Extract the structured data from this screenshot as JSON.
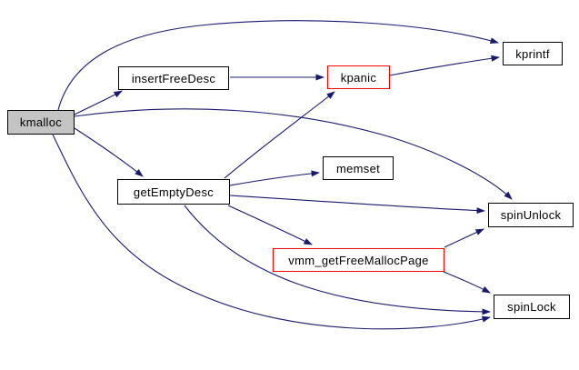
{
  "graph": {
    "nodes": {
      "kmalloc": {
        "label": "kmalloc",
        "type": "current"
      },
      "insertFreeDesc": {
        "label": "insertFreeDesc",
        "type": "normal"
      },
      "kpanic": {
        "label": "kpanic",
        "type": "highlighted"
      },
      "kprintf": {
        "label": "kprintf",
        "type": "normal"
      },
      "memset": {
        "label": "memset",
        "type": "normal"
      },
      "getEmptyDesc": {
        "label": "getEmptyDesc",
        "type": "normal"
      },
      "spinUnlock": {
        "label": "spinUnlock",
        "type": "normal"
      },
      "vmm_getFreeMallocPage": {
        "label": "vmm_getFreeMallocPage",
        "type": "highlighted"
      },
      "spinLock": {
        "label": "spinLock",
        "type": "normal"
      }
    },
    "edges": [
      {
        "from": "kmalloc",
        "to": "kprintf"
      },
      {
        "from": "kmalloc",
        "to": "insertFreeDesc"
      },
      {
        "from": "kmalloc",
        "to": "getEmptyDesc"
      },
      {
        "from": "kmalloc",
        "to": "spinUnlock"
      },
      {
        "from": "kmalloc",
        "to": "spinLock"
      },
      {
        "from": "insertFreeDesc",
        "to": "kpanic"
      },
      {
        "from": "kpanic",
        "to": "kprintf"
      },
      {
        "from": "getEmptyDesc",
        "to": "kpanic"
      },
      {
        "from": "getEmptyDesc",
        "to": "memset"
      },
      {
        "from": "getEmptyDesc",
        "to": "spinUnlock"
      },
      {
        "from": "getEmptyDesc",
        "to": "vmm_getFreeMallocPage"
      },
      {
        "from": "getEmptyDesc",
        "to": "spinLock"
      },
      {
        "from": "vmm_getFreeMallocPage",
        "to": "spinUnlock"
      },
      {
        "from": "vmm_getFreeMallocPage",
        "to": "spinLock"
      }
    ]
  },
  "colors": {
    "edge": "#191970",
    "node_border": "#000000",
    "node_fill": "#ffffff",
    "current_node_fill": "#c4c4c4",
    "highlight_border": "#ff0000",
    "text": "#000000",
    "background": "#ffffff"
  }
}
